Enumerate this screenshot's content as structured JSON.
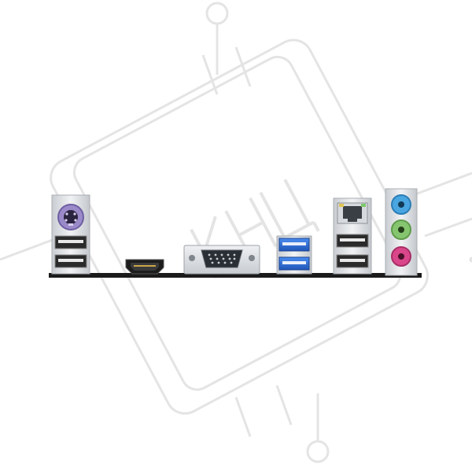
{
  "image": {
    "subject": "motherboard-rear-io-panel",
    "background": "#ffffff",
    "watermark": {
      "text": "КНЦ",
      "color": "#e4e4e4"
    },
    "ports": [
      {
        "name": "ps2-combo-port",
        "color": "#9b8ac9"
      },
      {
        "name": "usb2-port",
        "count": 2,
        "color": "#2b2b2b"
      },
      {
        "name": "hdmi-port",
        "color": "#1c1c1c"
      },
      {
        "name": "vga-port",
        "color": "#d9dde2"
      },
      {
        "name": "usb3-port",
        "count": 2,
        "color": "#2e6fd6"
      },
      {
        "name": "rj45-lan-port",
        "color": "#cfd3d7"
      },
      {
        "name": "usb2-port-lan-stack",
        "count": 2,
        "color": "#2b2b2b"
      },
      {
        "name": "audio-jack-line-in",
        "color": "#4aa6e0"
      },
      {
        "name": "audio-jack-line-out",
        "color": "#86c56f"
      },
      {
        "name": "audio-jack-mic",
        "color": "#d9478a"
      }
    ]
  }
}
